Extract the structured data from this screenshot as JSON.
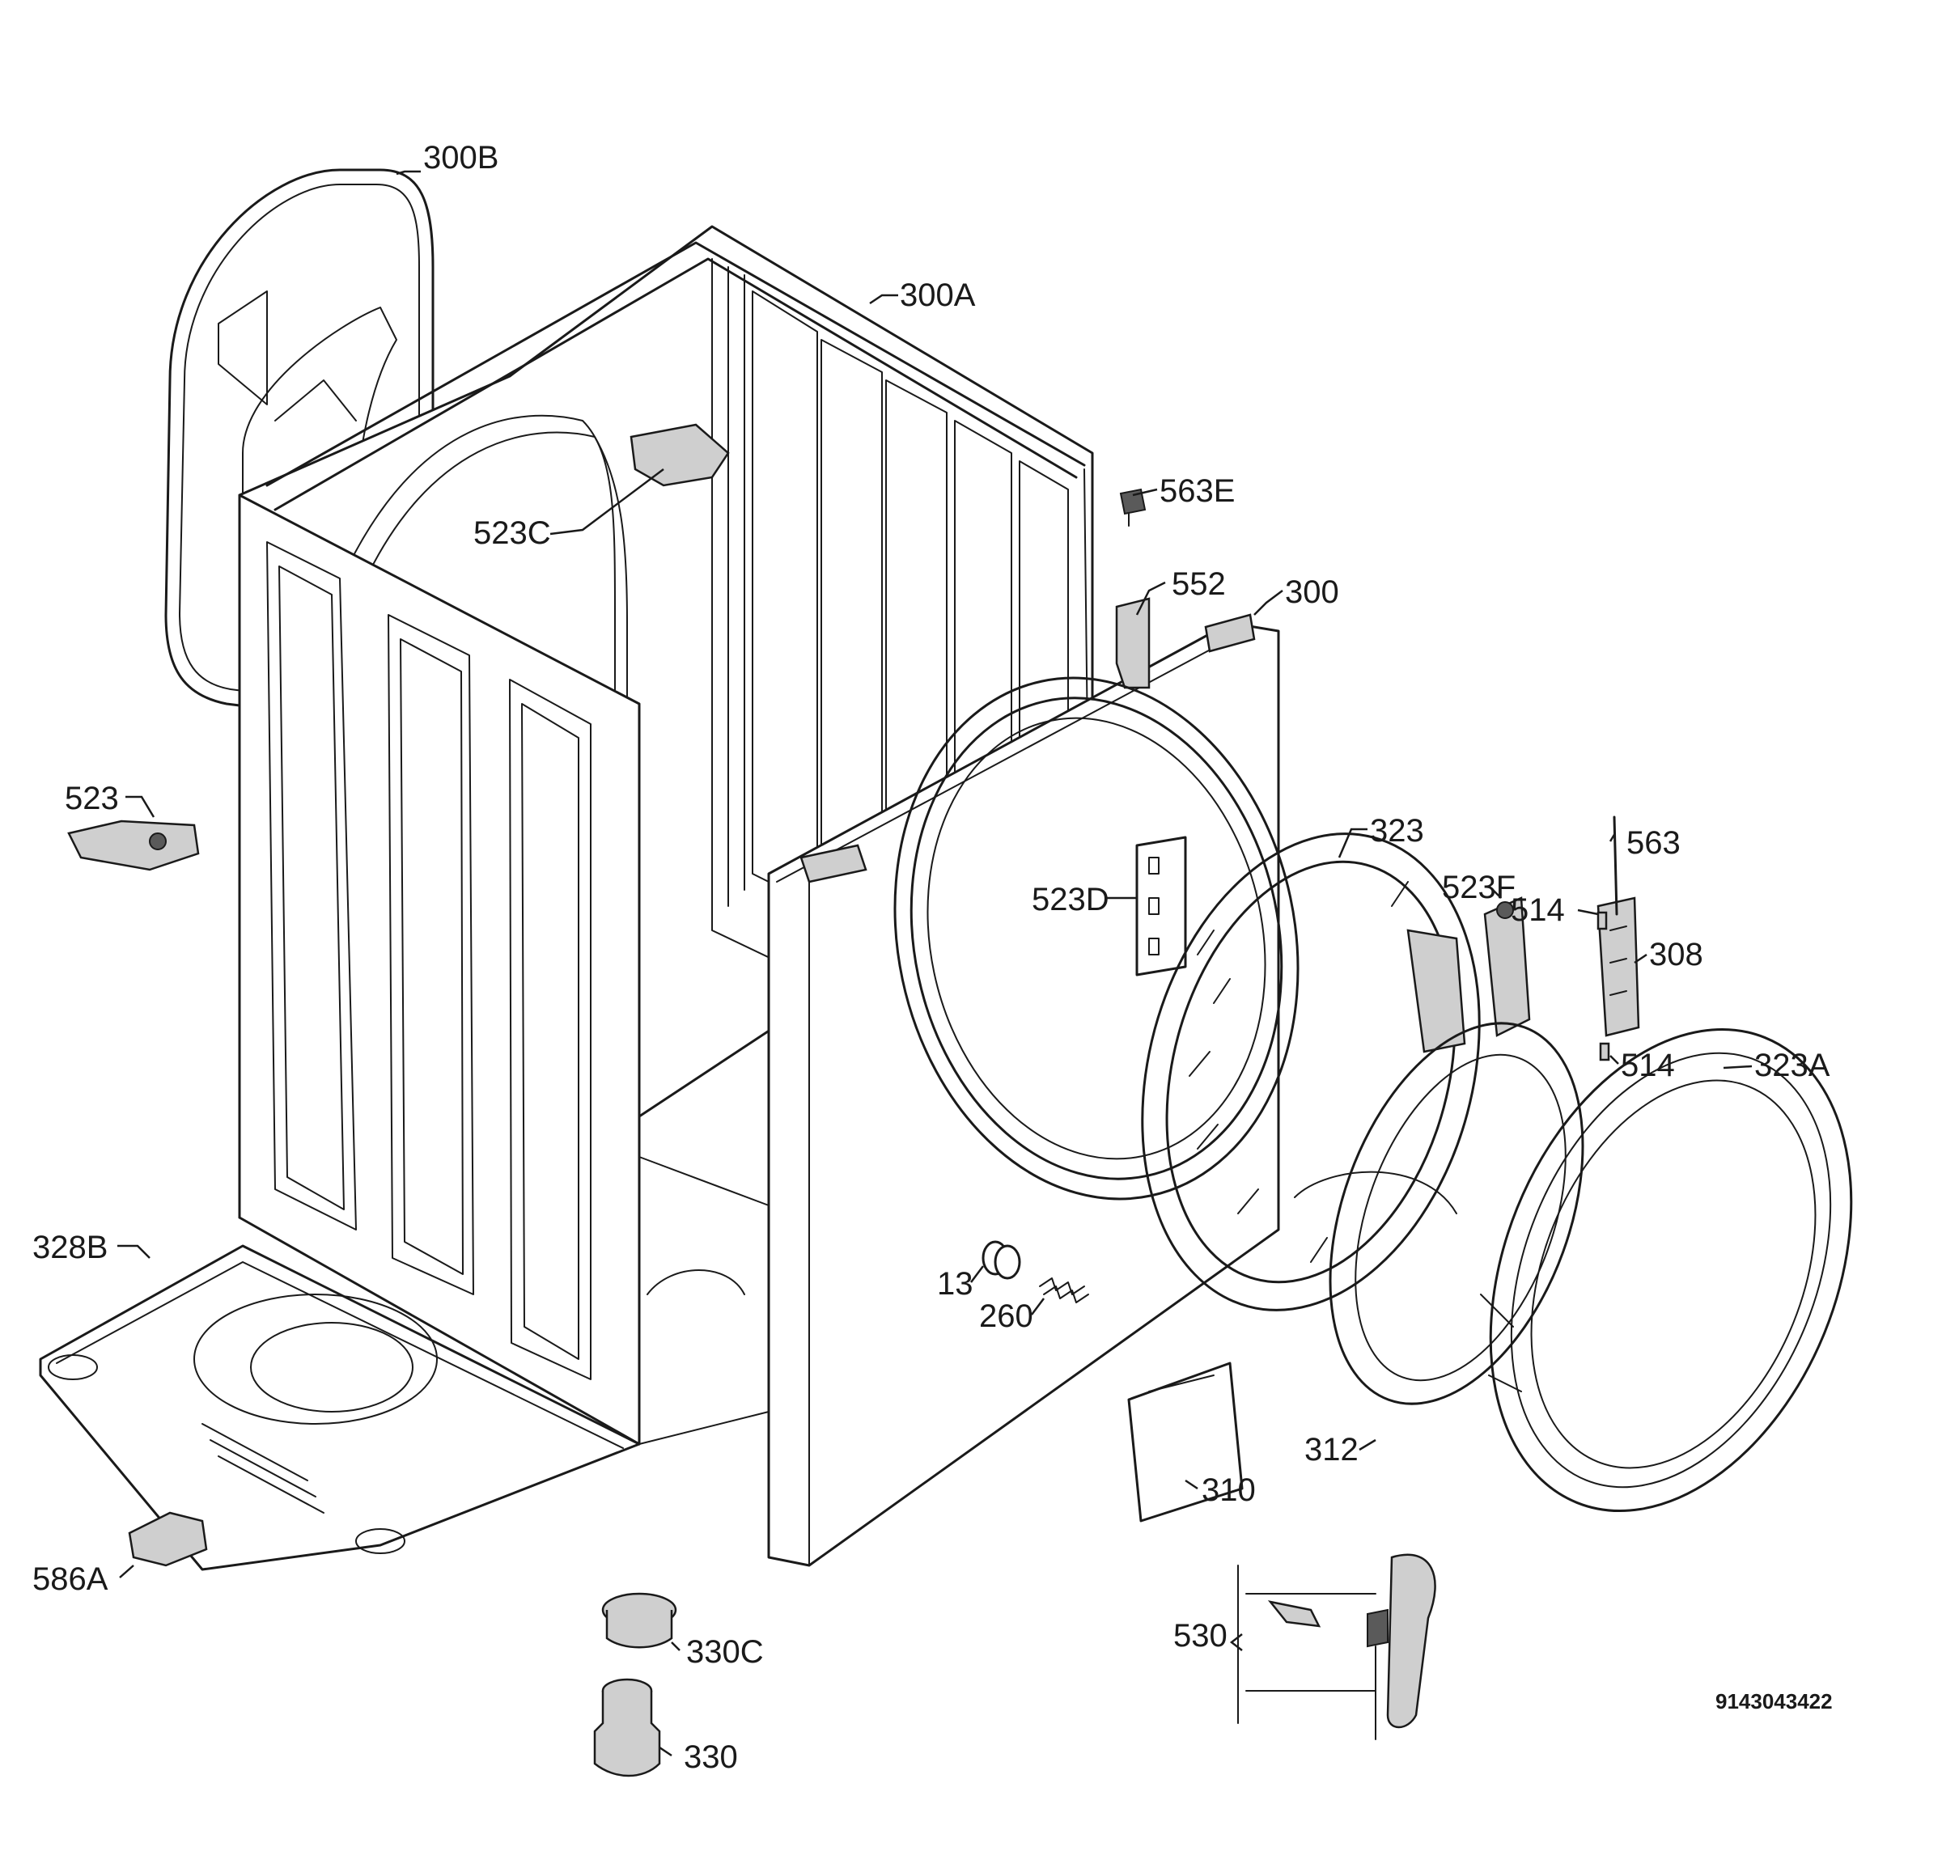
{
  "labels": {
    "l300B": "300B",
    "l300A": "300A",
    "l563E": "563E",
    "l523C": "523C",
    "l552": "552",
    "l300": "300",
    "l523": "523",
    "l523D": "523D",
    "l323": "323",
    "l523F": "523F",
    "l563": "563",
    "l514a": "514",
    "l308": "308",
    "l514b": "514",
    "l323A": "323A",
    "l328B": "328B",
    "l13": "13",
    "l260": "260",
    "l312": "312",
    "l310": "310",
    "l586A": "586A",
    "l330C": "330C",
    "l530": "530",
    "l330": "330"
  },
  "drawing_code": "9143043422"
}
